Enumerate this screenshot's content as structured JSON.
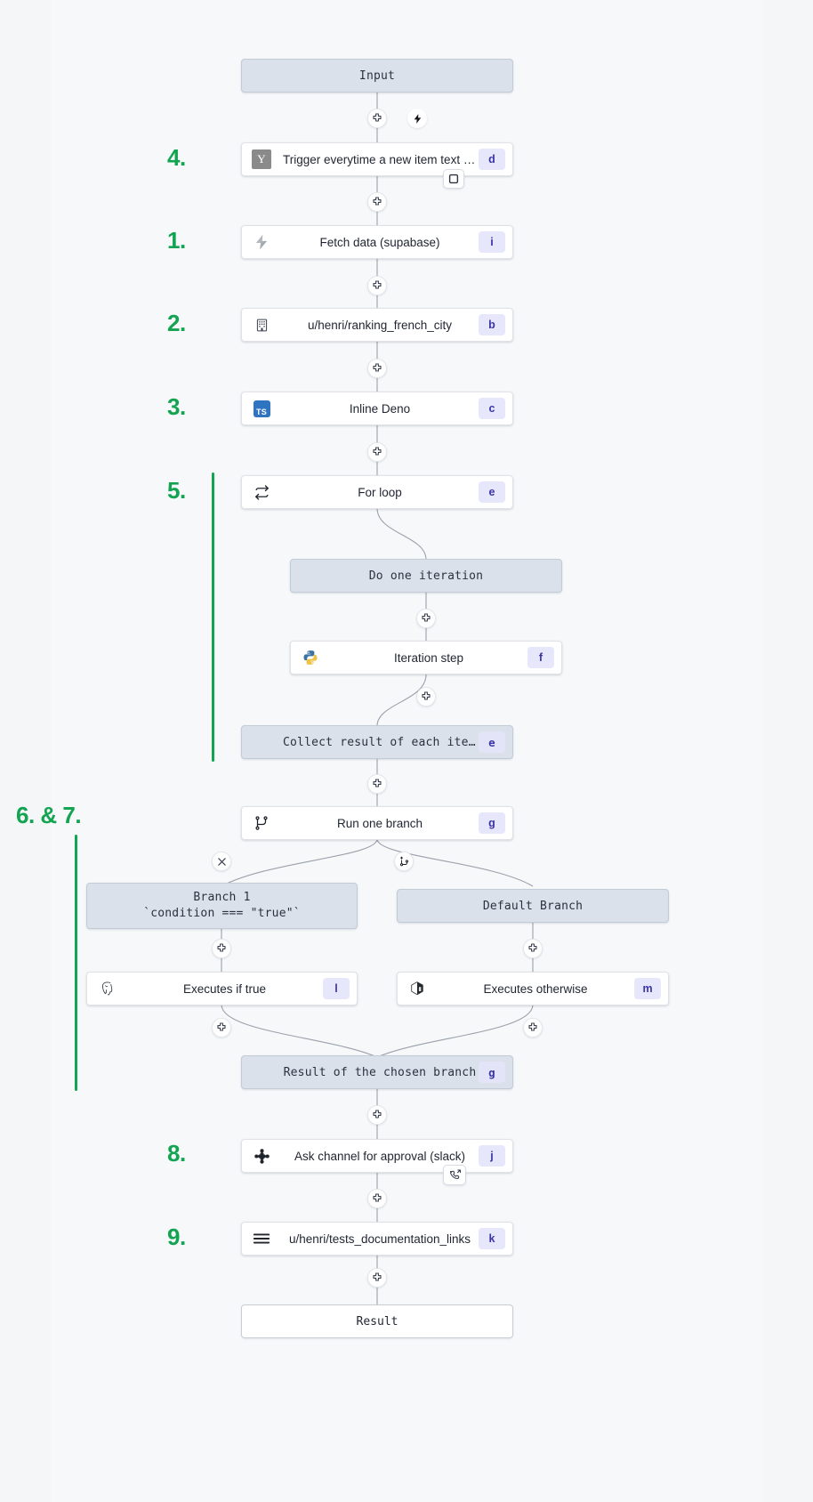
{
  "canvas": {
    "background": "#f4f6f8",
    "panel_background": "#f6f8fa",
    "accent_green": "#13a452",
    "badge_bg": "#e6e7fb",
    "badge_fg": "#3b35a6",
    "virtual_node_bg": "#dbe1ea"
  },
  "annotations": [
    {
      "id": "a4",
      "label": "4."
    },
    {
      "id": "a1",
      "label": "1."
    },
    {
      "id": "a2",
      "label": "2."
    },
    {
      "id": "a3",
      "label": "3."
    },
    {
      "id": "a5",
      "label": "5."
    },
    {
      "id": "a67",
      "label": "6. & 7."
    },
    {
      "id": "a8",
      "label": "8."
    },
    {
      "id": "a9",
      "label": "9."
    }
  ],
  "nodes": {
    "input": {
      "label": "Input",
      "badge": "",
      "icon": "none"
    },
    "trigger": {
      "label": "Trigger everytime a new item text o…",
      "badge": "d",
      "icon": "yaml-icon"
    },
    "fetch_data": {
      "label": "Fetch data (supabase)",
      "badge": "i",
      "icon": "supabase-lightning-icon"
    },
    "ranking_city": {
      "label": "u/henri/ranking_french_city",
      "badge": "b",
      "icon": "building-icon"
    },
    "inline_deno": {
      "label": "Inline Deno",
      "badge": "c",
      "icon": "typescript-icon"
    },
    "for_loop": {
      "label": "For loop",
      "badge": "e",
      "icon": "loop-arrows-icon"
    },
    "do_one_iteration": {
      "label": "Do one iteration",
      "badge": "",
      "icon": "none"
    },
    "iteration_step": {
      "label": "Iteration step",
      "badge": "f",
      "icon": "python-icon"
    },
    "collect_result": {
      "label": "Collect result of each iteration",
      "badge": "e",
      "icon": "none"
    },
    "run_one_branch": {
      "label": "Run one branch",
      "badge": "g",
      "icon": "branch-fork-icon"
    },
    "branch_1": {
      "line1": "Branch 1",
      "line2": "`condition === \"true\"`",
      "badge": "",
      "icon": "none"
    },
    "default_branch": {
      "label": "Default Branch",
      "badge": "",
      "icon": "none"
    },
    "executes_if_true": {
      "label": "Executes if true",
      "badge": "l",
      "icon": "postgres-elephant-icon"
    },
    "executes_other": {
      "label": "Executes otherwise",
      "badge": "m",
      "icon": "docker-cube-icon"
    },
    "chosen_result": {
      "label": "Result of the chosen branch",
      "badge": "g",
      "icon": "none"
    },
    "ask_approval": {
      "label": "Ask channel for approval (slack)",
      "badge": "j",
      "icon": "slack-icon"
    },
    "tests_docs": {
      "label": "u/henri/tests_documentation_links",
      "badge": "k",
      "icon": "hamburger-lines-icon"
    },
    "result": {
      "label": "Result",
      "badge": "",
      "icon": "none"
    }
  },
  "edge_controls": {
    "plus": "add-step",
    "bolt": "trigger-bolt",
    "cross": "remove-branch",
    "add_branch": "add-branch"
  },
  "chips": {
    "trigger_chip": "stop-square-icon",
    "approval_chip": "incoming-call-icon"
  }
}
